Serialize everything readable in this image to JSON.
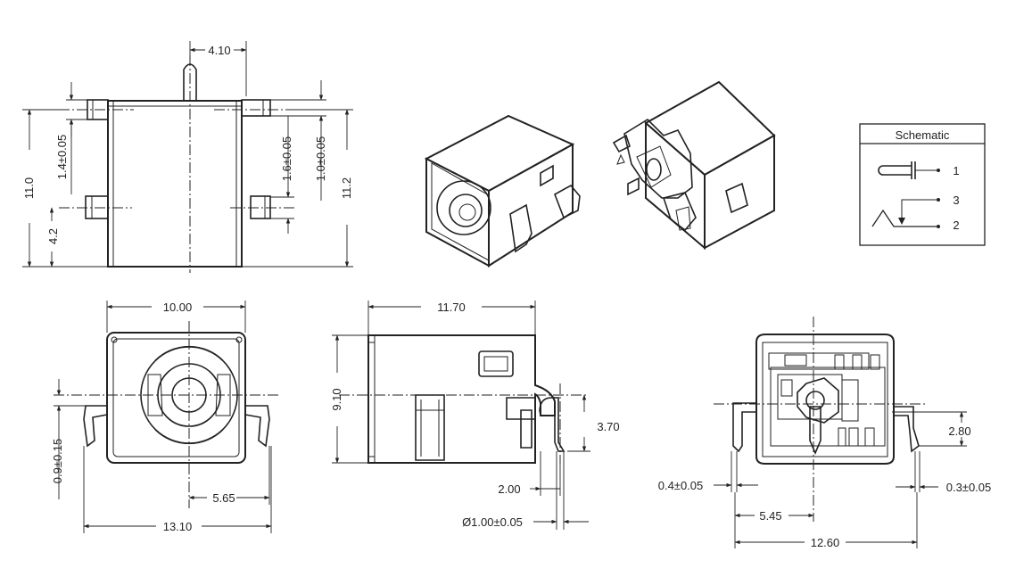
{
  "dimensions": {
    "top_width": "4.10",
    "height_total": "11.0",
    "pin_offset_left": "1.4±0.05",
    "lower_pin_height": "4.2",
    "pin_offset_right": "1.6±0.05",
    "pin_width_right": "1.0±0.05",
    "height_right": "11.2",
    "front_width": "10.00",
    "front_pin_offset": "0.9±0.15",
    "front_center": "5.65",
    "front_total": "13.10",
    "side_length": "11.70",
    "side_height": "9.10",
    "side_pin_drop": "3.70",
    "side_pin_gap": "2.00",
    "side_pin_dia": "Ø1.00±0.05",
    "rear_pin_drop": "2.80",
    "rear_left_pin": "0.4±0.05",
    "rear_right_pin": "0.3±0.05",
    "rear_center": "5.45",
    "rear_total": "12.60"
  },
  "schematic": {
    "title": "Schematic",
    "pins": [
      "1",
      "3",
      "2"
    ]
  }
}
